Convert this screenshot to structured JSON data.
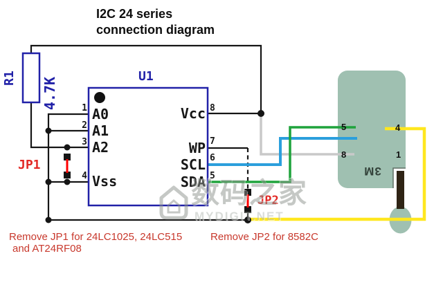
{
  "title": {
    "line1": "I2C 24 series",
    "line2": "connection diagram"
  },
  "resistor": {
    "ref": "R1",
    "value": "4.7K"
  },
  "chip": {
    "ref": "U1",
    "left_pins": [
      {
        "num": "1",
        "label": "A0"
      },
      {
        "num": "2",
        "label": "A1"
      },
      {
        "num": "3",
        "label": "A2"
      },
      {
        "num": "4",
        "label": "Vss"
      }
    ],
    "right_pins": [
      {
        "num": "8",
        "label": "Vcc"
      },
      {
        "num": "7",
        "label": "WP"
      },
      {
        "num": "6",
        "label": "SCL"
      },
      {
        "num": "5",
        "label": "SDA"
      }
    ]
  },
  "jumpers": {
    "jp1": "JP1",
    "jp2": "JP2"
  },
  "socket": {
    "brand": "3M",
    "pin_labels": {
      "left_top": "5",
      "left_bottom": "8",
      "right_top": "4",
      "right_bottom": "1"
    }
  },
  "notes": {
    "jp1_line1": "Remove JP1 for 24LC1025, 24LC515",
    "jp1_line2": "and AT24RF08",
    "jp2": "Remove JP2 for 8582C"
  },
  "watermark": {
    "cn": "数码之家",
    "en": "MYDIGIT.NET"
  },
  "colors": {
    "wire_black": "#151515",
    "wire_green": "#1fa33c",
    "wire_blue": "#2b9fdc",
    "wire_yellow": "#ffe71f",
    "wire_gray": "#c9c9c9",
    "jumper_red": "#ff0000",
    "label_red": "#e22a26",
    "note_red": "#c8382c",
    "schematic_blue": "#2121a8",
    "socket_body": "#9fc0b1",
    "lever_brown": "#2f2415",
    "pin_slot_black": "#0d0d0d"
  }
}
